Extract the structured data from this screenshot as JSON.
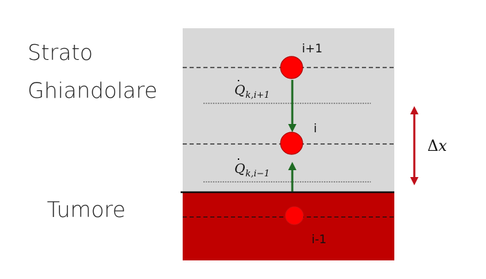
{
  "left_labels": {
    "layer_top_line1": "Strato",
    "layer_top_line2": "Ghiandolare",
    "layer_bottom": "Tumore"
  },
  "nodes": {
    "upper": "i+1",
    "middle": "i",
    "lower": "i-1"
  },
  "fluxes": {
    "upper": {
      "symbol": "Q",
      "subscript": "k,i+1"
    },
    "lower": {
      "symbol": "Q",
      "subscript": "k,i−1"
    }
  },
  "spacing": {
    "delta": "Δ",
    "var": "x"
  },
  "colors": {
    "gland_layer": "#d8d8d8",
    "tumor_layer": "#c00000",
    "node_fill": "#ff0000",
    "node_stroke": "#b00000",
    "flux_arrow": "#1e6b23",
    "spacing_arrow": "#c0101a",
    "dashed_line": "#111111"
  }
}
